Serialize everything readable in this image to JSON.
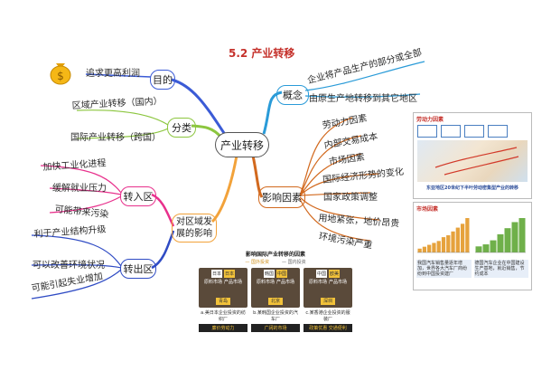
{
  "title": "5.2 产业转移",
  "center": "产业转移",
  "nodes": {
    "purpose": "目的",
    "concept": "概念",
    "category": "分类",
    "factors": "影响因素",
    "move_in": "转入区",
    "impact": "对区域发展的影响",
    "move_out": "转出区"
  },
  "purpose_items": [
    "追求更高利润"
  ],
  "concept_items": [
    "企业将产品生产的部分或全部",
    "由原生产地转移到其它地区"
  ],
  "category_items": [
    "区域产业转移（国内）",
    "国际产业转移（跨国）"
  ],
  "factor_items": [
    "劳动力因素",
    "内部交易成本",
    "市场因素",
    "国际经济形势的变化",
    "国家政策调整",
    "用地紧张，地价昂贵",
    "环境污染严重"
  ],
  "move_in_items": [
    "加快工业化进程",
    "缓解就业压力",
    "可能带来污染"
  ],
  "move_out_items": [
    "利于产业结构升级",
    "可以改善环境状况",
    "可能引起失业增加"
  ],
  "figure": {
    "title": "影响国际产业转移的因素",
    "legend": [
      "国外投资",
      "国内投资"
    ],
    "columns": [
      {
        "top": [
          "日本",
          "日本"
        ],
        "sub": [
          "原料市场",
          "产品市场"
        ],
        "city": "青岛",
        "desc": "a.美日本企业投资的纺织厂",
        "tag": "廉价劳动力"
      },
      {
        "top": [
          "韩国",
          "中国"
        ],
        "sub": [
          "原料市场",
          "产品市场"
        ],
        "city": "北京",
        "desc": "b.某韩国企业投资的汽车厂",
        "tag": "广阔的市场"
      },
      {
        "top": [
          "中国",
          "欧美"
        ],
        "sub": [
          "原料市场",
          "产品市场"
        ],
        "city": "深圳",
        "desc": "c.某香港企业投资的服装厂",
        "tag": "政策优惠 交通便利"
      }
    ]
  },
  "right_panel_top": {
    "header": "劳动力因素",
    "caption": "东亚地区20世纪下半叶劳动密集型产业的转移"
  },
  "right_panel_bottom": {
    "header": "市场因素",
    "note_left": "我国汽车销售量逐年增加，世界各大汽车厂商纷纷到中国投资建厂",
    "note_right": "德国汽车企业在中国建设生产基地，就近销售，节约成本"
  },
  "chart_data": {
    "type": "bar",
    "values_left": [
      2,
      3,
      4,
      5,
      6,
      8,
      9,
      11,
      13,
      15,
      18
    ],
    "values_right": [
      3,
      4,
      6,
      9,
      12,
      15,
      17
    ]
  },
  "colors": {
    "purpose": "#3b5bd6",
    "concept": "#2a9bd8",
    "category": "#8cc63f",
    "factors": "#d2691e",
    "move_in": "#e8308c",
    "impact": "#f2a23a",
    "move_out": "#2f4bc4"
  }
}
